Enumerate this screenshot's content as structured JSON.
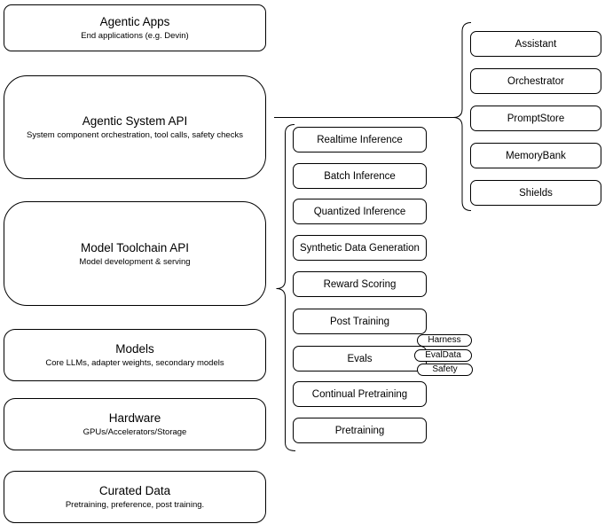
{
  "diagram": {
    "left_stack": [
      {
        "title": "Agentic Apps",
        "subtitle": "End applications (e.g. Devin)"
      },
      {
        "title": "Agentic System API",
        "subtitle": "System component orchestration, tool calls, safety checks"
      },
      {
        "title": "Model Toolchain API",
        "subtitle": "Model development & serving"
      },
      {
        "title": "Models",
        "subtitle": "Core LLMs, adapter weights, secondary models"
      },
      {
        "title": "Hardware",
        "subtitle": "GPUs/Accelerators/Storage"
      },
      {
        "title": "Curated Data",
        "subtitle": "Pretraining, preference, post training."
      }
    ],
    "toolchain_components": [
      "Realtime Inference",
      "Batch Inference",
      "Quantized Inference",
      "Synthetic Data Generation",
      "Reward Scoring",
      "Post Training",
      "Evals",
      "Continual Pretraining",
      "Pretraining"
    ],
    "eval_tags": [
      "Harness",
      "EvalData",
      "Safety"
    ],
    "system_components": [
      "Assistant",
      "Orchestrator",
      "PromptStore",
      "MemoryBank",
      "Shields"
    ],
    "colors": {
      "background": "#ffffff",
      "border": "#000000",
      "text": "#000000"
    }
  }
}
